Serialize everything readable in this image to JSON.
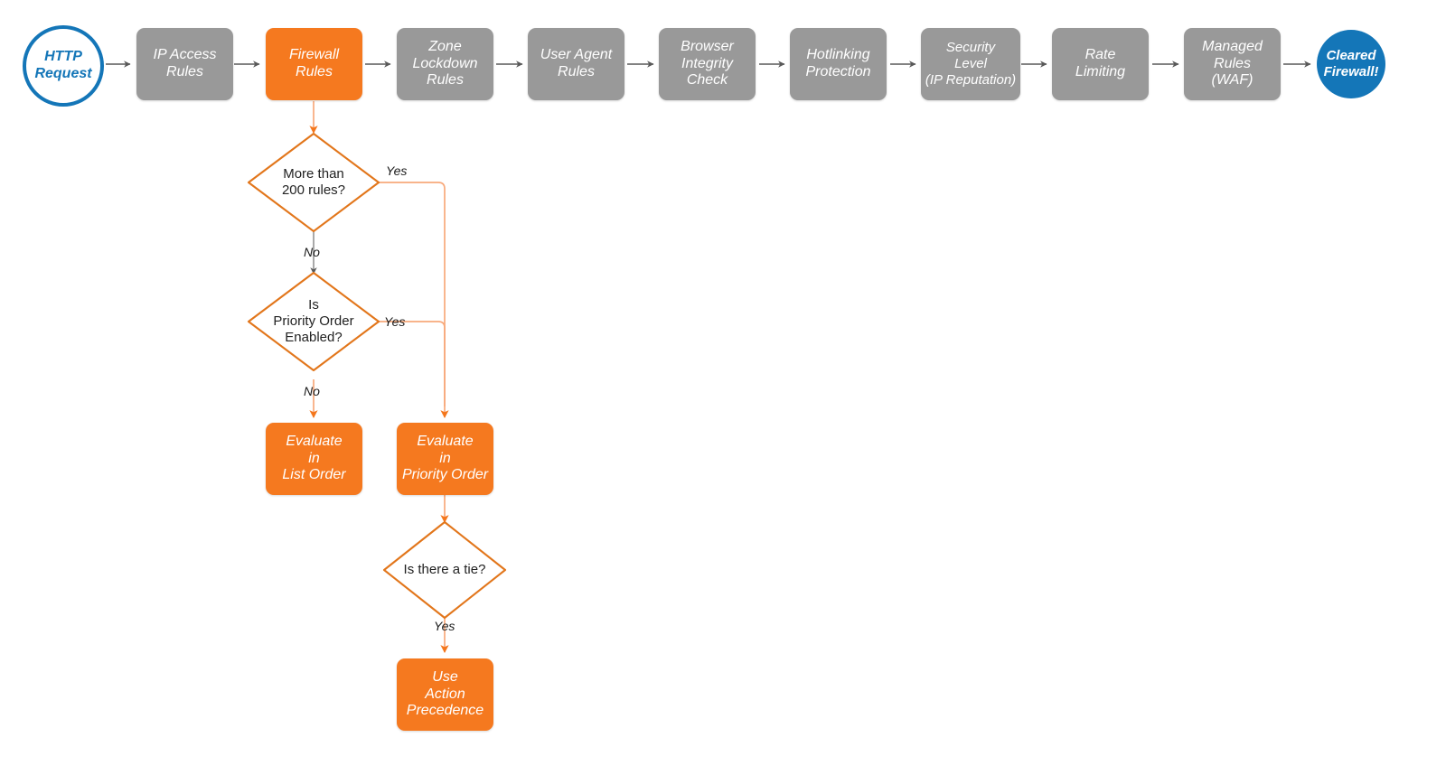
{
  "diagram": {
    "title": "Cloudflare firewall request evaluation order",
    "background": "#ffffff",
    "colors": {
      "gray_fill": "#999999",
      "orange_fill": "#F5791F",
      "orange_stroke": "#E2761B",
      "blue": "#1476B8",
      "gray_connector": "#595959",
      "orange_connector": "#F8A97B",
      "text_light": "#ffffff",
      "text_dark": "#222222"
    },
    "pipeline": [
      {
        "id": "http-request",
        "label": "HTTP\nRequest",
        "shape": "circle-outline"
      },
      {
        "id": "ip-access-rules",
        "label": "IP Access\nRules",
        "shape": "process-gray"
      },
      {
        "id": "firewall-rules",
        "label": "Firewall\nRules",
        "shape": "process-orange"
      },
      {
        "id": "zone-lockdown-rules",
        "label": "Zone\nLockdown\nRules",
        "shape": "process-gray"
      },
      {
        "id": "user-agent-rules",
        "label": "User Agent\nRules",
        "shape": "process-gray"
      },
      {
        "id": "browser-integrity-check",
        "label": "Browser\nIntegrity\nCheck",
        "shape": "process-gray"
      },
      {
        "id": "hotlinking-protection",
        "label": "Hotlinking\nProtection",
        "shape": "process-gray"
      },
      {
        "id": "security-level",
        "label": "Security\nLevel\n(IP Reputation)",
        "shape": "process-gray"
      },
      {
        "id": "rate-limiting",
        "label": "Rate\nLimiting",
        "shape": "process-gray"
      },
      {
        "id": "managed-rules-waf",
        "label": "Managed\nRules\n(WAF)",
        "shape": "process-gray"
      },
      {
        "id": "cleared-firewall",
        "label": "Cleared\nFirewall!",
        "shape": "circle-filled"
      }
    ],
    "decisions": [
      {
        "id": "more-than-200-rules",
        "label": "More than\n200 rules?"
      },
      {
        "id": "is-priority-order-enabled",
        "label": "Is\nPriority Order\nEnabled?"
      },
      {
        "id": "is-there-a-tie",
        "label": "Is there a tie?"
      }
    ],
    "outcomes": [
      {
        "id": "evaluate-in-list-order",
        "label": "Evaluate\nin\nList Order"
      },
      {
        "id": "evaluate-in-priority-order",
        "label": "Evaluate\nin\nPriority Order"
      },
      {
        "id": "use-action-precedence",
        "label": "Use\nAction\nPrecedence"
      }
    ],
    "edge_labels": {
      "yes_200": "Yes",
      "no_200": "No",
      "yes_priority": "Yes",
      "no_priority": "No",
      "yes_tie": "Yes"
    }
  }
}
